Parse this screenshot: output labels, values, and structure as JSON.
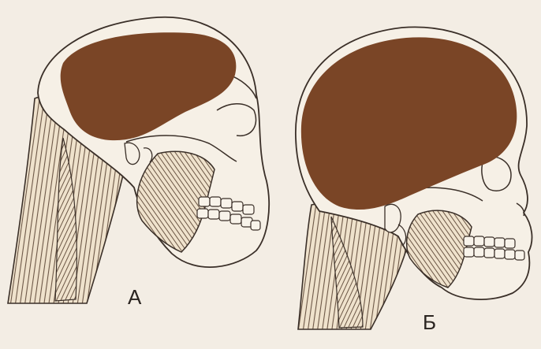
{
  "figure": {
    "panels": [
      {
        "id": "a",
        "label": "А"
      },
      {
        "id": "b",
        "label": "Б"
      }
    ]
  },
  "colors": {
    "background": "#f3ede4",
    "brain": "#7a4526",
    "ink": "#3a2f28",
    "muscle_fill": "#efe2cc",
    "muscle_line": "#6b5645"
  }
}
